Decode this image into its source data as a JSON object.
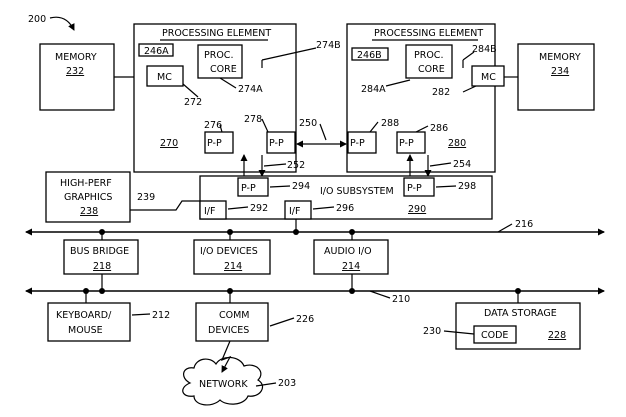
{
  "figure_number": "200",
  "pe_left": {
    "title": "PROCESSING ELEMENT",
    "ref": "270",
    "ref_line": "274B"
  },
  "pe_right": {
    "title": "PROCESSING ELEMENT",
    "ref": "280",
    "ref_line": "284B"
  },
  "cache_a": "246A",
  "cache_b": "246B",
  "core_a": {
    "line1": "PROC.",
    "line2": "CORE",
    "ref": "274A"
  },
  "core_b": {
    "line1": "PROC.",
    "line2": "CORE",
    "ref": "284A"
  },
  "mc_a": {
    "label": "MC",
    "ref": "272"
  },
  "mc_b": {
    "label": "MC",
    "ref": "282"
  },
  "memory_a": {
    "label": "MEMORY",
    "ref": "232"
  },
  "memory_b": {
    "label": "MEMORY",
    "ref": "234"
  },
  "pp": {
    "label": "P-P",
    "r276": "276",
    "r278": "278",
    "r288": "288",
    "r286": "286",
    "r250": "250",
    "r252": "252",
    "r254": "254",
    "r294": "294",
    "r298": "298"
  },
  "io_subsystem": {
    "label": "I/O SUBSYSTEM",
    "ref": "290"
  },
  "if_label": "I/F",
  "if_refs": {
    "r292": "292",
    "r296": "296"
  },
  "graphics": {
    "line1": "HIGH-PERF",
    "line2": "GRAPHICS",
    "ref": "238",
    "link": "239"
  },
  "bus_refs": {
    "upper": "216",
    "lower": "210"
  },
  "bus_bridge": {
    "label": "BUS BRIDGE",
    "ref": "218"
  },
  "io_devices": {
    "label": "I/O DEVICES",
    "ref": "214"
  },
  "audio_io": {
    "label": "AUDIO I/O",
    "ref": "214"
  },
  "keyboard": {
    "line1": "KEYBOARD/",
    "line2": "MOUSE",
    "ref": "212"
  },
  "comm": {
    "line1": "COMM",
    "line2": "DEVICES",
    "ref": "226"
  },
  "network": {
    "label": "NETWORK",
    "ref": "203"
  },
  "storage": {
    "label": "DATA STORAGE",
    "code": "CODE",
    "ref": "228",
    "code_ref": "230"
  }
}
